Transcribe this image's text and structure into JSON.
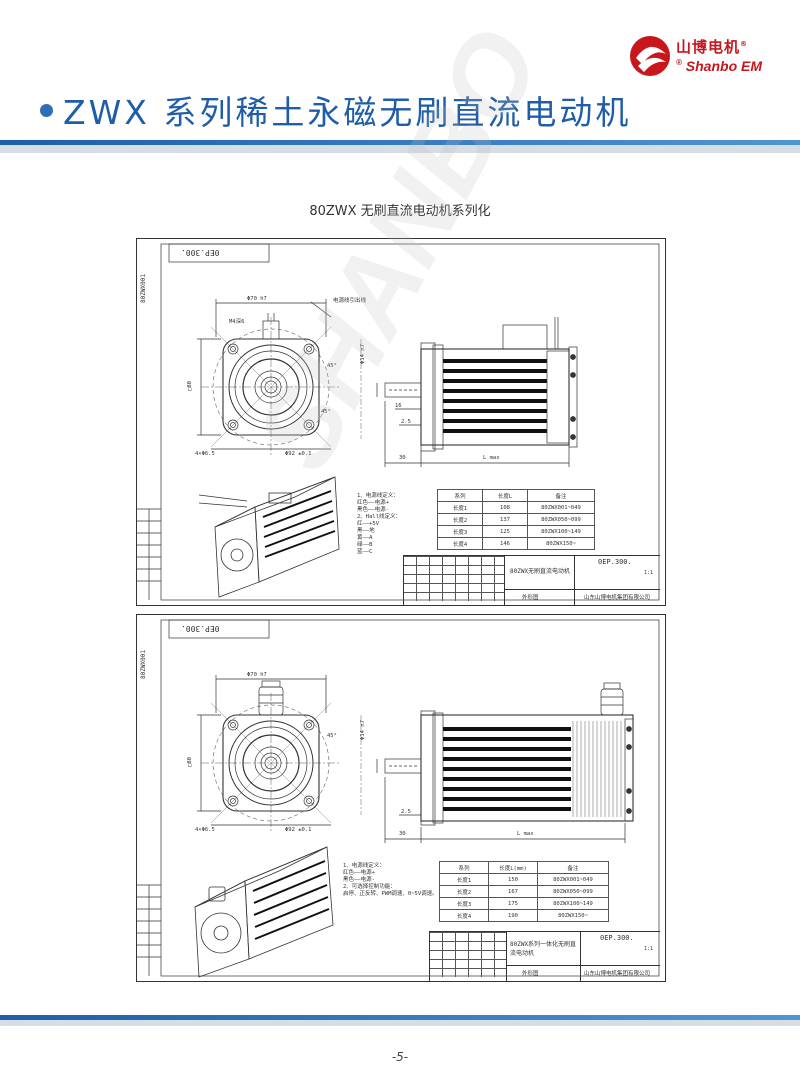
{
  "brand": {
    "name_cn": "山博电机",
    "registered_mark": "®",
    "name_en": "Shanbo EM",
    "logo_color": "#c8161d"
  },
  "title": "ZWX 系列稀土永磁无刷直流电动机",
  "subtitle": "80ZWX 无刷直流电动机系列化",
  "watermark": "SHANBO",
  "accent_color": "#1f5da8",
  "page_number": "-5-",
  "drawing1": {
    "stamp": "0EP.300.",
    "side_code": "80ZWX001",
    "dims": {
      "d1": "Φ70 h7",
      "keyway": "M4深6",
      "lead": "电源线引出线",
      "sq": "□80",
      "angle1": "45°",
      "angle2": "45°",
      "holes": "4×Φ6.5",
      "pcd": "Φ92 ±0.1",
      "shaft": "Φ14 h7",
      "len16": "16",
      "len25": "2.5",
      "len30": "30",
      "lmax": "L max"
    },
    "notes": [
      "1、电源线定义：",
      "红色——电源+",
      "黑色——电源-",
      "2、Hall线定义：",
      "红——+5V",
      "黑——地",
      "黄——A",
      "绿——B",
      "蓝——C"
    ],
    "table_header": [
      "系列",
      "长度L",
      "备注"
    ],
    "table_rows": [
      [
        "长度1",
        "108",
        "80ZWX001~049"
      ],
      [
        "长度2",
        "137",
        "80ZWX050~099"
      ],
      [
        "长度3",
        "125",
        "80ZWX100~149"
      ],
      [
        "长度4",
        "146",
        "80ZWX150~"
      ]
    ],
    "tb_name": "80ZWX无刷直流电动机",
    "tb_code": "0EP.300.",
    "tb_type": "外形图",
    "tb_company": "山东山博电机集团有限公司",
    "tb_ratio": "1:1"
  },
  "drawing2": {
    "stamp": "0EP.300.",
    "side_code": "80ZWX001",
    "dims": {
      "d1": "Φ70 h7",
      "sq": "□80",
      "angle1": "45°",
      "holes": "4×Φ6.5",
      "pcd": "Φ92 ±0.1",
      "shaft": "Φ14 h7",
      "len25": "2.5",
      "len30": "30",
      "lmax": "L max"
    },
    "notes": [
      "1、电源线定义：",
      "红色——电源+",
      "黑色——电源-",
      "2、可选择控制功能：",
      "启停、正反转、PWM调速、0~5V调速。"
    ],
    "table_header": [
      "系列",
      "长度L(mm)",
      "备注"
    ],
    "table_rows": [
      [
        "长度1",
        "150",
        "80ZWX001~049"
      ],
      [
        "长度2",
        "167",
        "80ZWX050~099"
      ],
      [
        "长度3",
        "175",
        "80ZWX100~149"
      ],
      [
        "长度4",
        "190",
        "80ZWX150~"
      ]
    ],
    "tb_name": "80ZWX系列一体化无刷直流电动机",
    "tb_code": "0EP.300.",
    "tb_type": "外形图",
    "tb_company": "山东山博电机集团有限公司",
    "tb_ratio": "1:1"
  }
}
